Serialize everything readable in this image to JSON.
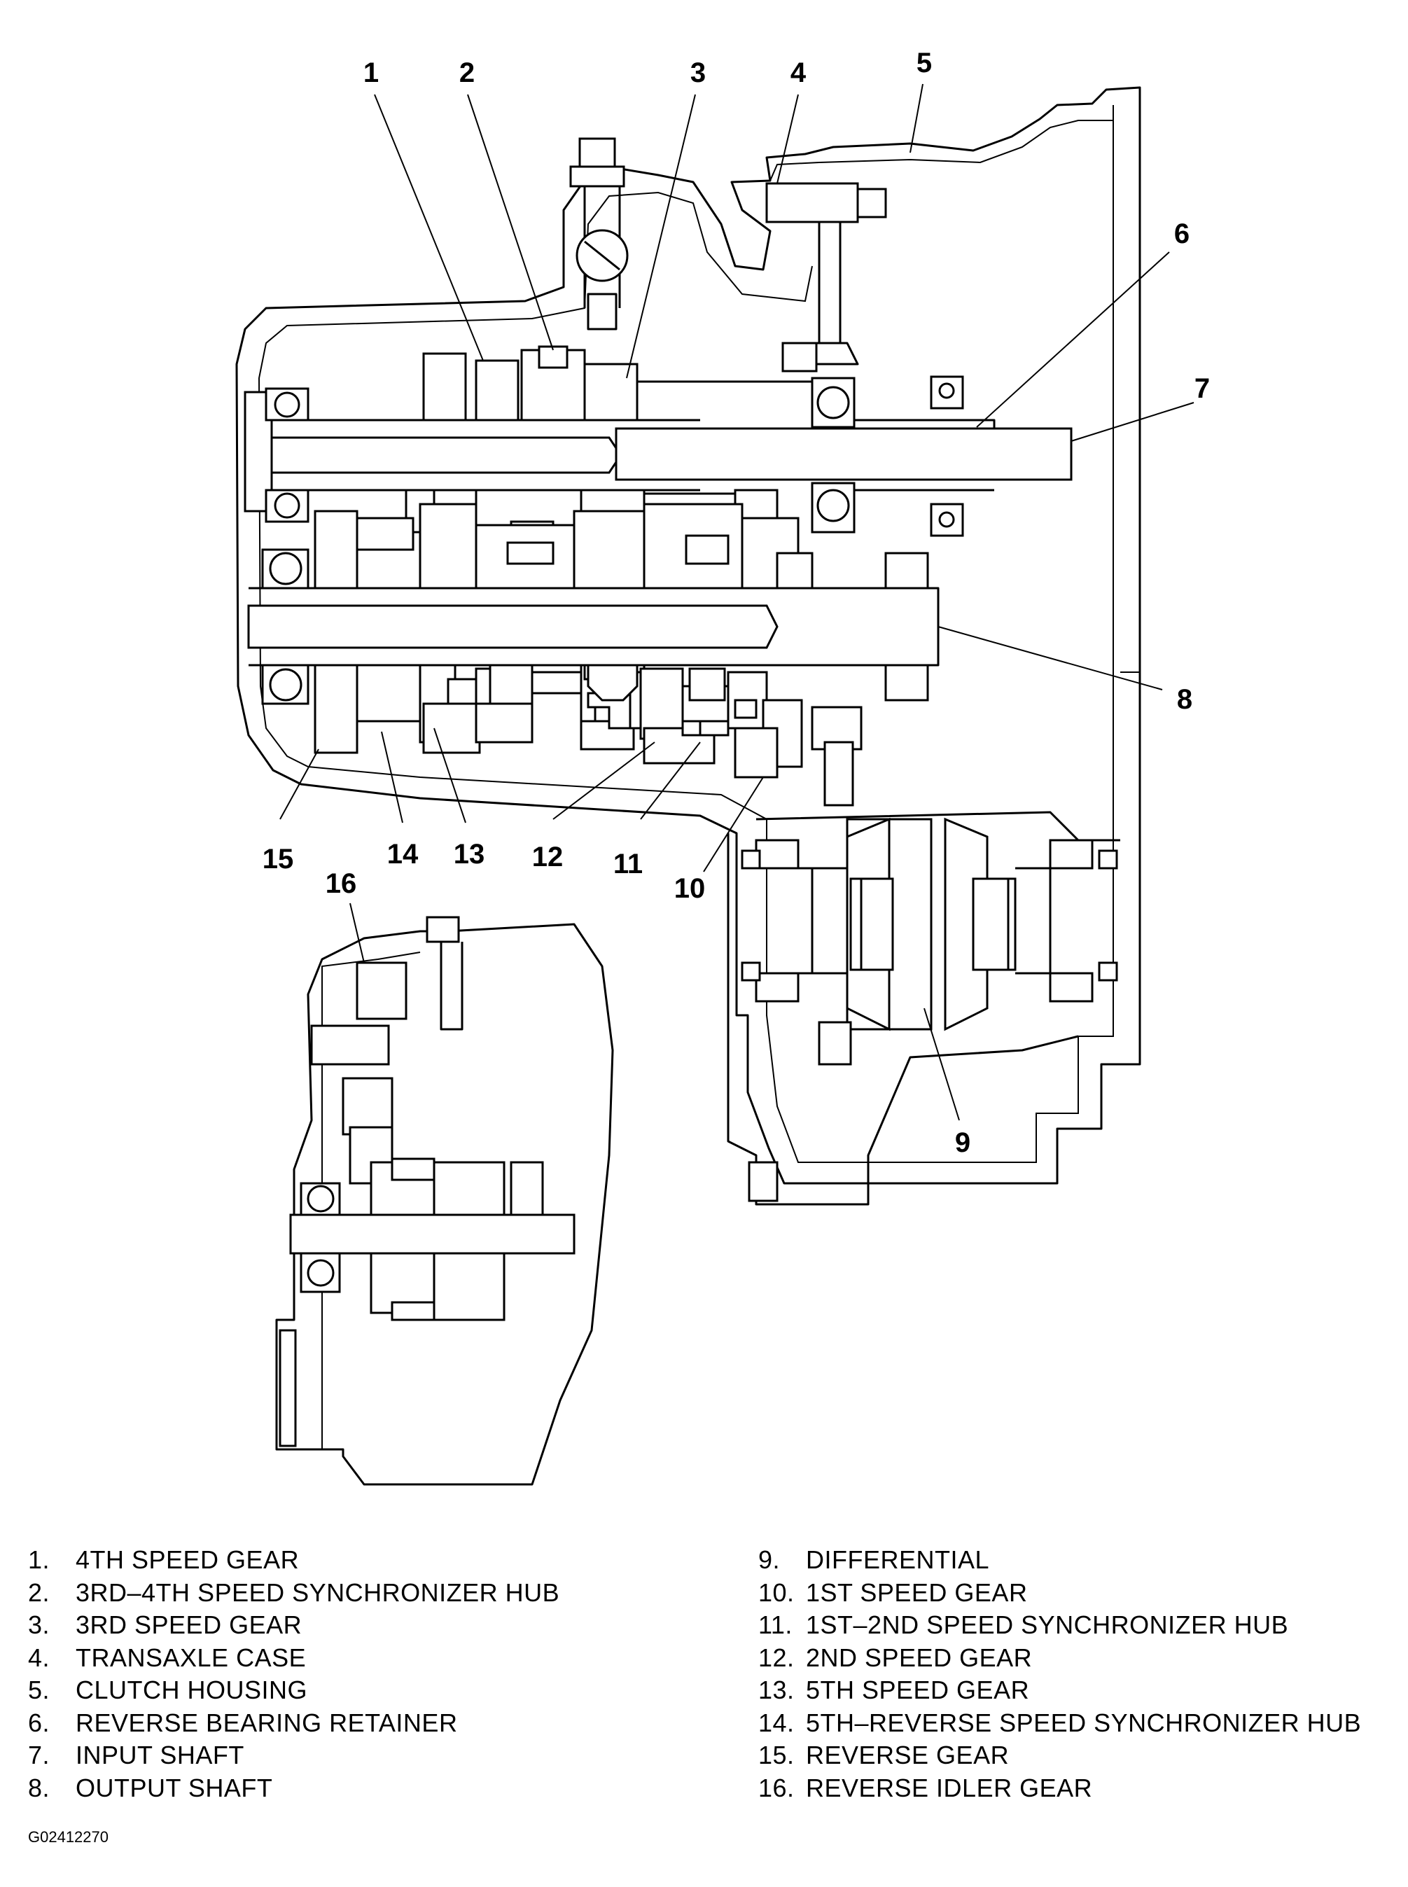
{
  "diagram": {
    "callouts": [
      "1",
      "2",
      "3",
      "4",
      "5",
      "6",
      "7",
      "8",
      "9",
      "10",
      "11",
      "12",
      "13",
      "14",
      "15",
      "16"
    ]
  },
  "legend": {
    "left": [
      {
        "num": "1.",
        "text": "4TH SPEED GEAR"
      },
      {
        "num": "2.",
        "text": "3RD–4TH SPEED SYNCHRONIZER HUB"
      },
      {
        "num": "3.",
        "text": "3RD SPEED GEAR"
      },
      {
        "num": "4.",
        "text": "TRANSAXLE CASE"
      },
      {
        "num": "5.",
        "text": "CLUTCH HOUSING"
      },
      {
        "num": "6.",
        "text": "REVERSE BEARING RETAINER"
      },
      {
        "num": "7.",
        "text": "INPUT SHAFT"
      },
      {
        "num": "8.",
        "text": "OUTPUT SHAFT"
      }
    ],
    "right": [
      {
        "num": "9.",
        "text": "DIFFERENTIAL"
      },
      {
        "num": "10.",
        "text": "1ST SPEED GEAR"
      },
      {
        "num": "11.",
        "text": "1ST–2ND SPEED SYNCHRONIZER HUB"
      },
      {
        "num": "12.",
        "text": "2ND SPEED GEAR"
      },
      {
        "num": "13.",
        "text": "5TH SPEED GEAR"
      },
      {
        "num": "14.",
        "text": "5TH–REVERSE SPEED SYNCHRONIZER HUB"
      },
      {
        "num": "15.",
        "text": "REVERSE GEAR"
      },
      {
        "num": "16.",
        "text": "REVERSE IDLER GEAR"
      }
    ]
  },
  "figure_code": "G02412270"
}
